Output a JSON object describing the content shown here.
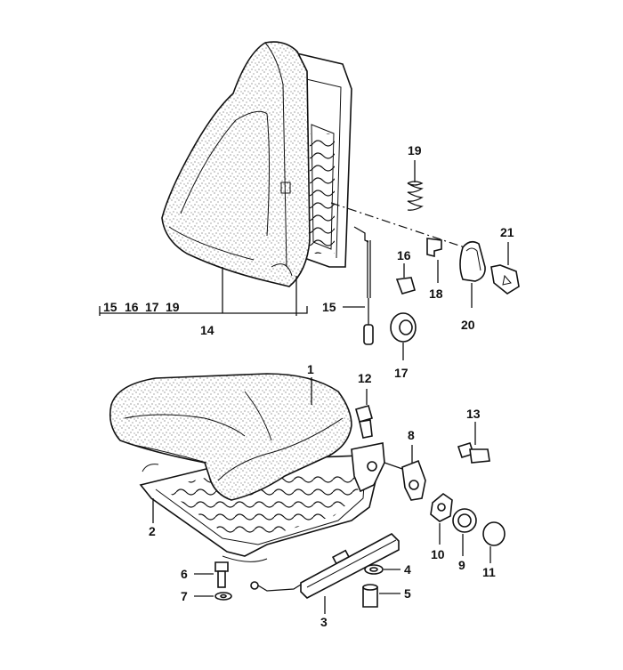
{
  "callouts": {
    "c1": "1",
    "c2": "2",
    "c3": "3",
    "c4": "4",
    "c5": "5",
    "c6": "6",
    "c7": "7",
    "c8": "8",
    "c9": "9",
    "c10": "10",
    "c11": "11",
    "c12": "12",
    "c13": "13",
    "c14": "14",
    "c15": "15",
    "c16": "16",
    "c17": "17",
    "c18": "18",
    "c19": "19",
    "c20": "20",
    "c21": "21"
  },
  "group_14": {
    "items": [
      "15",
      "16",
      "17",
      "19"
    ]
  }
}
